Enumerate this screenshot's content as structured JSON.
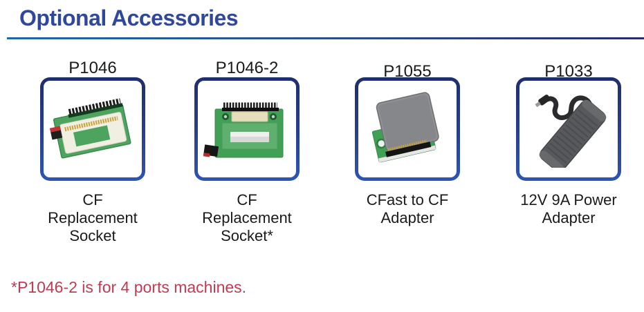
{
  "page": {
    "title": "Optional Accessories",
    "footnote": "*P1046-2 is for 4 ports machines.",
    "colors": {
      "title_text": "#30489B",
      "rule_gradient_left": "#1B6AA3",
      "rule_gradient_right": "#252C6F",
      "card_border_top": "#1F2E6D",
      "card_border_bottom": "#2E55B2",
      "body_text": "#1A1A1A",
      "footnote_text": "#C43A50",
      "pcb_green": "#41A055"
    }
  },
  "products": [
    {
      "model": "P1046",
      "caption": "CF\nReplacement\nSocket",
      "image": "cf-replacement-socket-angled-photo"
    },
    {
      "model": "P1046-2",
      "caption": "CF\nReplacement\nSocket*",
      "image": "cf-replacement-socket-front-photo"
    },
    {
      "model": "P1055",
      "caption": "CFast to CF\nAdapter",
      "image": "cfast-to-cf-adapter-photo"
    },
    {
      "model": "P1033",
      "caption": "12V 9A Power\nAdapter",
      "image": "power-adapter-photo"
    }
  ]
}
